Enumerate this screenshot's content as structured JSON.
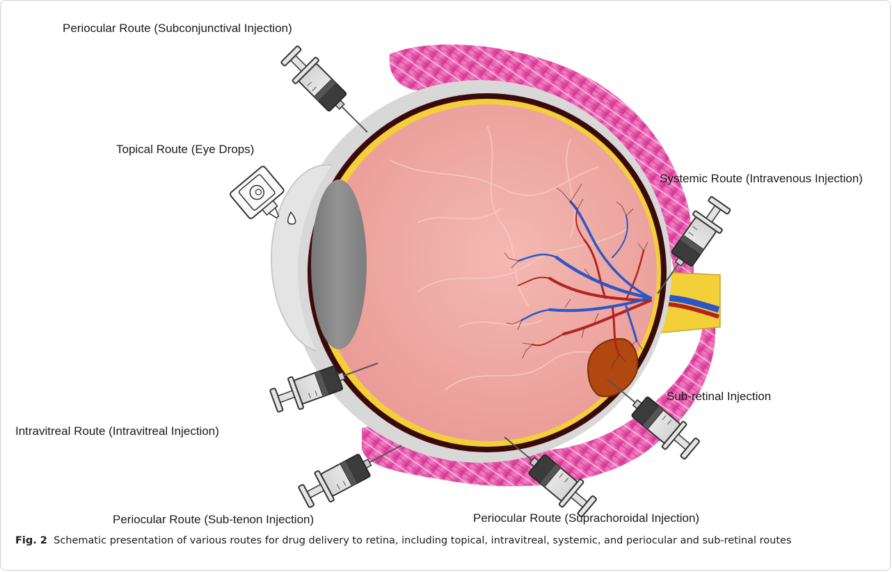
{
  "labels": {
    "subconjunctival": "Periocular Route (Subconjunctival Injection)",
    "topical": "Topical Route (Eye Drops)",
    "systemic": "Systemic Route (Intravenous Injection)",
    "subretinal": "Sub-retinal Injection",
    "intravitreal": "Intravitreal Route (Intravitreal Injection)",
    "subtenon": "Periocular Route (Sub-tenon Injection)",
    "suprachoroidal": "Periocular Route (Suprachoroidal Injection)"
  },
  "caption": {
    "figure_label": "Fig. 2",
    "text": "Schematic presentation of various routes for drug delivery to retina, including topical, intravitreal, systemic, and periocular and sub-retinal routes"
  },
  "colors": {
    "muscle": "#e0439e",
    "sclera": "#d6d6d6",
    "choroid_dark": "#3a0a0a",
    "retina_yellow": "#f3cf3a",
    "vitreous": "#efa7a3",
    "lens": "#8a8a8a",
    "vein": "#2a56c8",
    "artery": "#b3231f"
  }
}
